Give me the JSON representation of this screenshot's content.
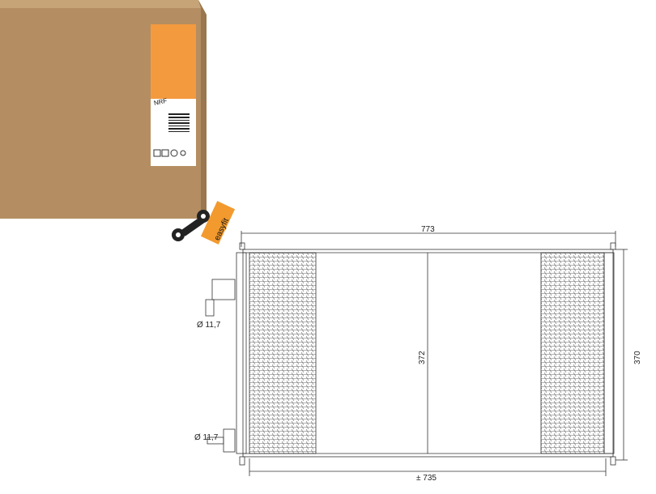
{
  "product_box": {
    "brand_logo_text": "NRF",
    "label_text": "easyfit"
  },
  "dimensions": {
    "overall_width": "773",
    "core_width": "± 735",
    "core_height": "372",
    "overall_height": "370",
    "pipe_diameter_top": "Ø 11,7",
    "pipe_diameter_bottom": "Ø 11,7"
  },
  "colors": {
    "box": "#b08a5e",
    "box_side": "#9c7a52",
    "box_top": "#c9a57a",
    "label_orange": "#f39a3e",
    "easyfit_orange": "#f29a2e"
  },
  "icons": [
    "wrench-icon",
    "barcode-icon",
    "recycle-icon"
  ]
}
